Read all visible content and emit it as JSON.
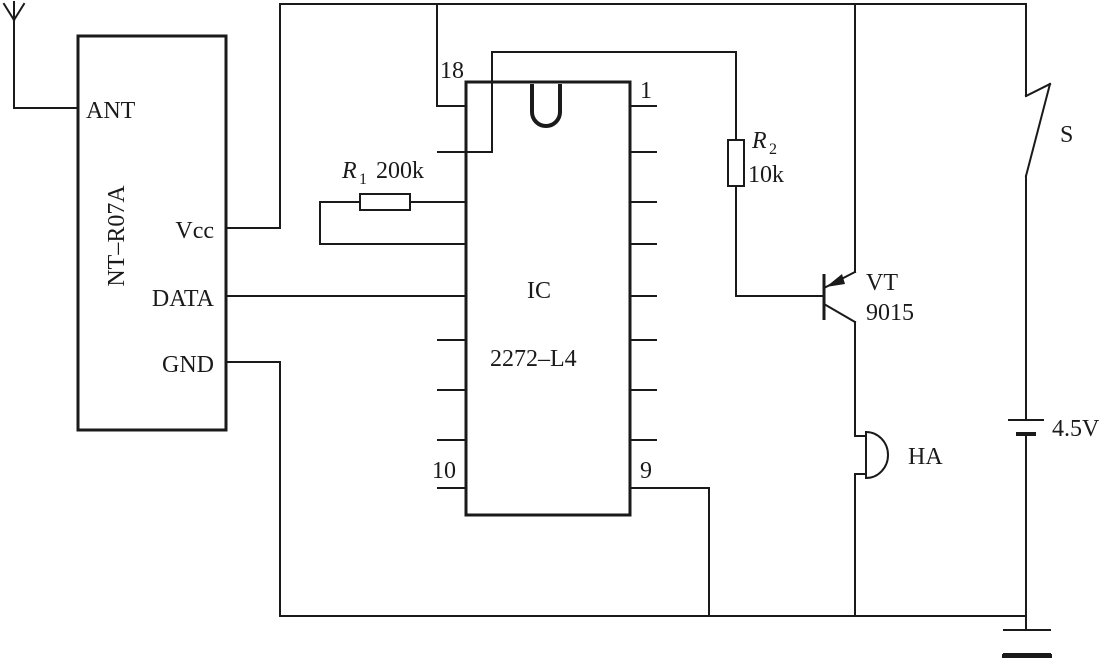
{
  "module": {
    "name": "NT–R07A",
    "pins": {
      "ant": "ANT",
      "vcc": "Vcc",
      "data": "DATA",
      "gnd": "GND"
    }
  },
  "ic": {
    "label": "IC",
    "part": "2272–L4",
    "pins": {
      "p1": "1",
      "p9": "9",
      "p10": "10",
      "p18": "18"
    }
  },
  "r1": {
    "symbol": "R",
    "sub": "1",
    "value": "200k"
  },
  "r2": {
    "symbol": "R",
    "sub": "2",
    "value": "10k"
  },
  "vt": {
    "label": "VT",
    "model": "9015"
  },
  "ha": {
    "label": "HA"
  },
  "switch": {
    "label": "S"
  },
  "battery": {
    "label": "4.5V"
  }
}
